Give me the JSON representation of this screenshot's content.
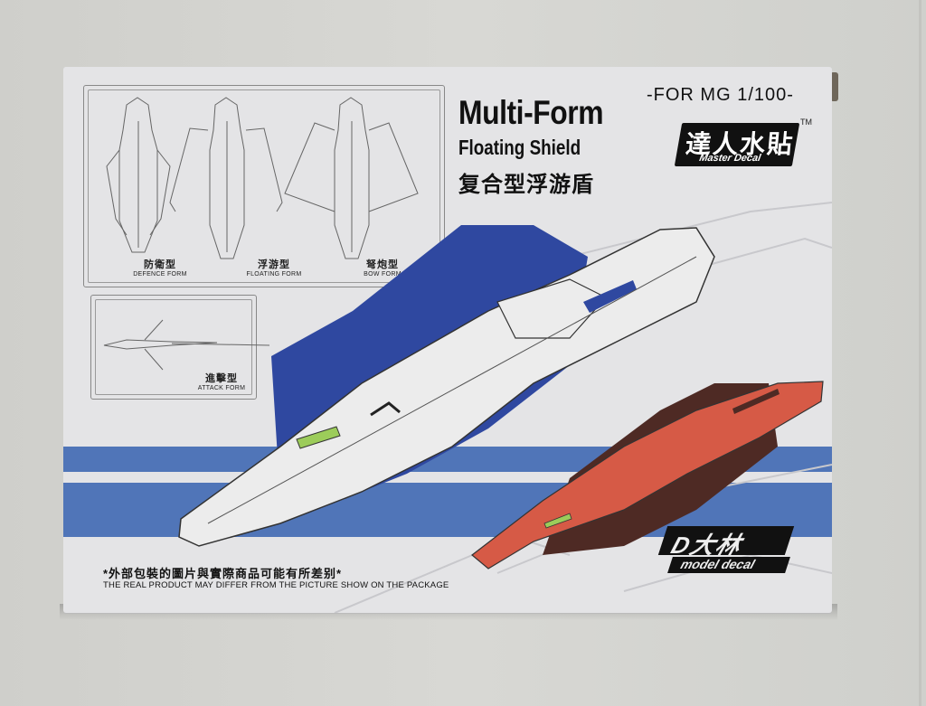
{
  "scene": {
    "description": "Product box of a model decal set photographed against a light grey background",
    "colors": {
      "background": "#d3d3cf",
      "box_face": "#e4e4e6",
      "stripe_blue": "#5075b8",
      "shield_white": "#ececec",
      "shield_blue": "#2f48a0",
      "shield_red": "#d65a46",
      "shield_brown": "#4e2a24",
      "sensor_green": "#9ccc5a",
      "text_dark": "#111111"
    }
  },
  "box": {
    "title": "Multi-Form",
    "subtitle": "Floating Shield",
    "title_cn": "复合型浮游盾",
    "scale": "-FOR MG 1/100-",
    "brand_logo": {
      "cn": "達人水貼",
      "en": "Master Decal",
      "tm": "TM"
    },
    "maker_logo": {
      "cn": "D大林",
      "en": "model decal"
    },
    "forms": [
      {
        "cn": "防衛型",
        "en": "DEFENCE FORM"
      },
      {
        "cn": "浮游型",
        "en": "FLOATING FORM"
      },
      {
        "cn": "弩炮型",
        "en": "BOW FORM"
      },
      {
        "cn": "進擊型",
        "en": "ATTACK FORM"
      }
    ],
    "disclaimer_cn": "*外部包裝的圖片與實際商品可能有所差别*",
    "disclaimer_en": "THE REAL PRODUCT MAY DIFFER FROM THE PICTURE SHOW ON  THE PACKAGE"
  }
}
